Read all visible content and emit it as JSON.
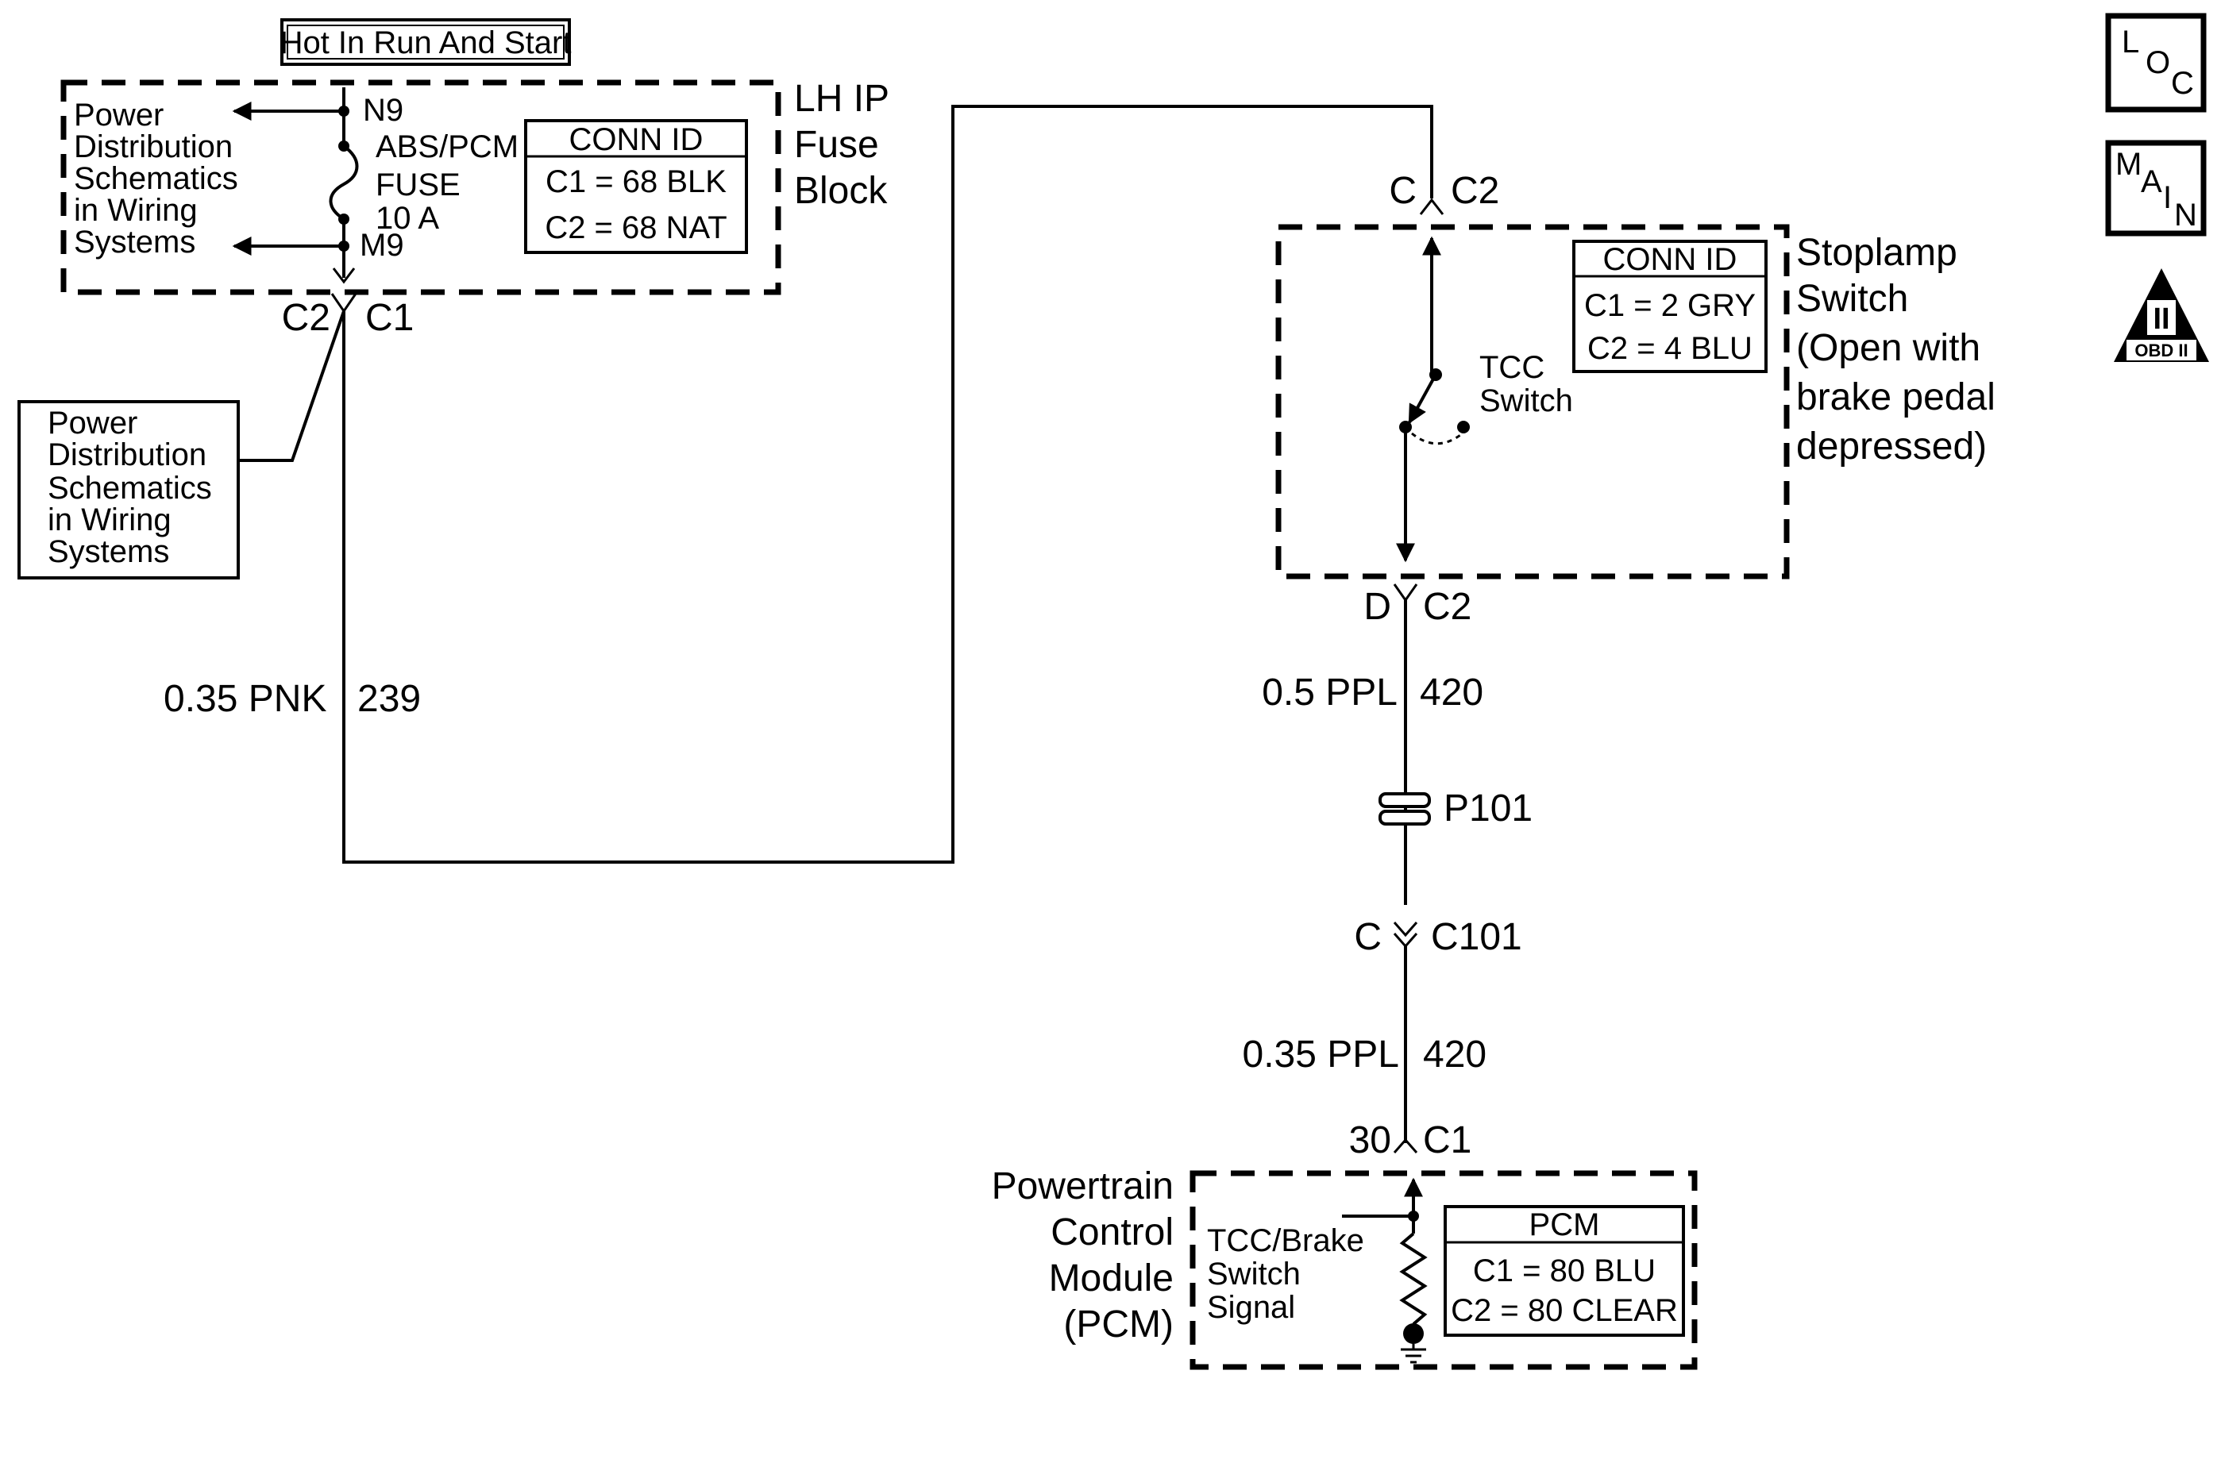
{
  "header": {
    "hot_label": "Hot In Run And Start"
  },
  "fuse_block": {
    "name_lines": [
      "LH IP",
      "Fuse",
      "Block"
    ],
    "pin_top": "N9",
    "pin_bottom": "M9",
    "fuse_lines": [
      "ABS/PCM",
      "FUSE",
      "10 A"
    ],
    "conn": {
      "title": "CONN ID",
      "rows": [
        "C1 = 68 BLK",
        "C2 = 68 NAT"
      ]
    },
    "arrow_note_lines": [
      "Power",
      "Distribution",
      "Schematics",
      "in Wiring",
      "Systems"
    ],
    "out_connector": {
      "left": "C2",
      "right": "C1"
    }
  },
  "ref_box_lines": [
    "Power",
    "Distribution",
    "Schematics",
    "in Wiring",
    "Systems"
  ],
  "wire_239": {
    "gauge_color": "0.35 PNK",
    "circuit": "239"
  },
  "stoplamp": {
    "top_connector": {
      "left": "C",
      "right": "C2"
    },
    "name_lines": [
      "Stoplamp",
      "Switch",
      "(Open with",
      "brake pedal",
      "depressed)"
    ],
    "switch_lines": [
      "TCC",
      "Switch"
    ],
    "conn": {
      "title": "CONN ID",
      "rows": [
        "C1 = 2 GRY",
        "C2 = 4 BLU"
      ]
    },
    "bottom_connector": {
      "left": "D",
      "right": "C2"
    }
  },
  "wire_420a": {
    "gauge_color": "0.5 PPL",
    "circuit": "420"
  },
  "splice": {
    "label": "P101"
  },
  "c101": {
    "left": "C",
    "right": "C101"
  },
  "wire_420b": {
    "gauge_color": "0.35 PPL",
    "circuit": "420"
  },
  "pcm": {
    "connector": {
      "left": "30",
      "right": "C1"
    },
    "name_lines": [
      "Powertrain",
      "Control",
      "Module",
      "(PCM)"
    ],
    "signal_lines": [
      "TCC/Brake",
      "Switch",
      "Signal"
    ],
    "conn": {
      "title": "PCM",
      "rows": [
        "C1 = 80 BLU",
        "C2 = 80 CLEAR"
      ]
    }
  },
  "nav": {
    "loc": [
      "L",
      "O",
      "C"
    ],
    "main": [
      "M",
      "A",
      "I",
      "N"
    ],
    "obd": {
      "numeral": "II",
      "label": "OBD II"
    }
  }
}
